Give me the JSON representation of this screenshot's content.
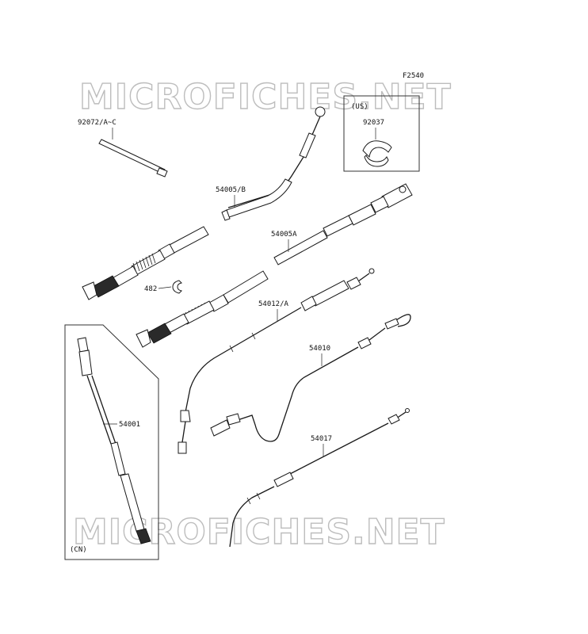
{
  "figure_code": "F2540",
  "watermarks": [
    "MICROFICHES.NET",
    "MICROFICHES.NET"
  ],
  "boxes": {
    "us": {
      "label": "(US)",
      "part": "92037"
    },
    "cn": {
      "label": "(CN)",
      "part": "54001"
    }
  },
  "parts": [
    {
      "id": "92072",
      "label": "92072/A~C"
    },
    {
      "id": "54005b",
      "label": "54005/B"
    },
    {
      "id": "54005a",
      "label": "54005A"
    },
    {
      "id": "482",
      "label": "482"
    },
    {
      "id": "54012",
      "label": "54012/A"
    },
    {
      "id": "54010",
      "label": "54010"
    },
    {
      "id": "54017",
      "label": "54017"
    }
  ]
}
